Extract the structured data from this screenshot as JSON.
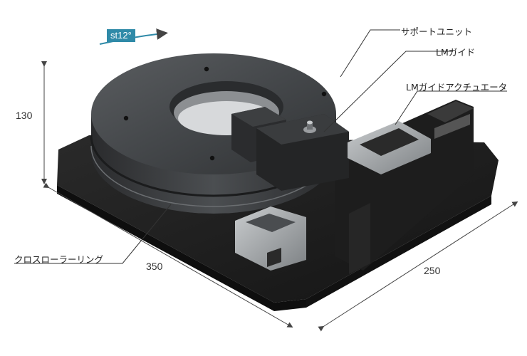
{
  "colors": {
    "base": "#1c1c1c",
    "ring": "#4a4d50",
    "accent": "#2f8aa8",
    "leader": "#333333"
  },
  "labels": {
    "support_unit": "サポートユニット",
    "lm_guide": "LMガイド",
    "lm_guide_actuator": "LMガイドアクチュエータ",
    "cross_roller_ring": "クロスローラーリング"
  },
  "dimensions": {
    "height": "130",
    "length": "350",
    "width": "250"
  },
  "stroke_badge": "st12°"
}
